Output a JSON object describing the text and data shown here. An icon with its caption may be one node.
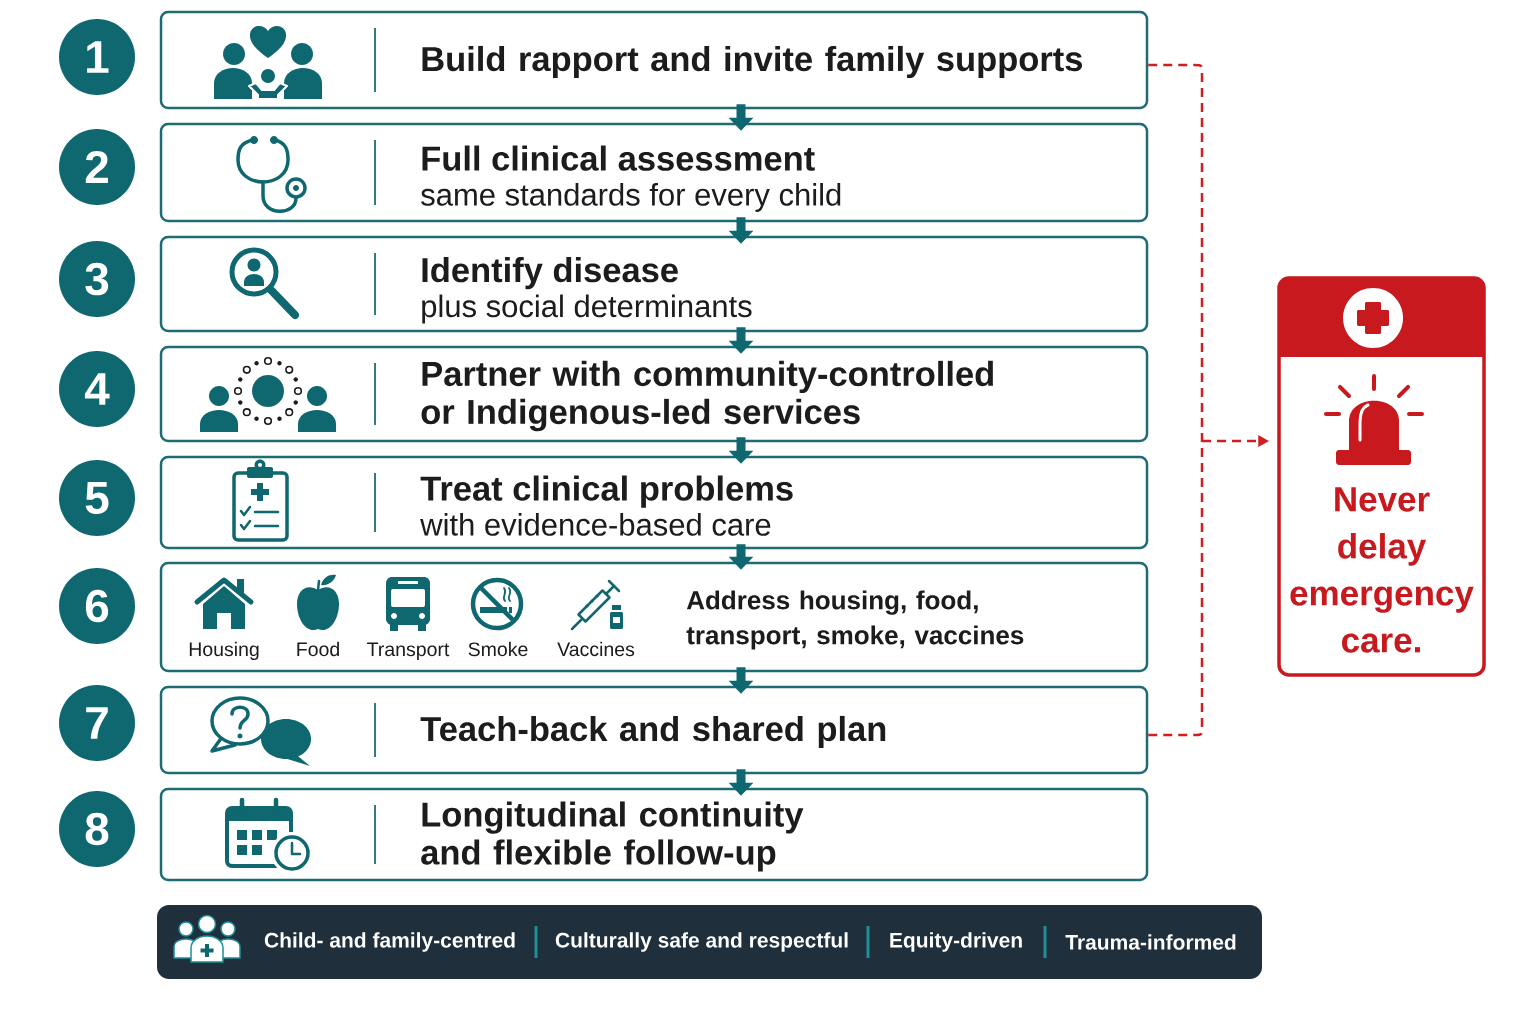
{
  "diagram": {
    "nodes": [
      {
        "text": [
          "1"
        ]
      },
      {
        "text": [
          "Build rapport and invite family supports"
        ]
      },
      {
        "text": [
          "2"
        ]
      },
      {
        "text": [
          "Full clinical assessment",
          "same standards for every child"
        ]
      },
      {
        "text": [
          "3"
        ]
      },
      {
        "text": [
          "Identify disease",
          "plus social determinants"
        ]
      },
      {
        "text": [
          "4"
        ]
      },
      {
        "text": [
          "Partner with community-controlled or Indigenous-led services"
        ]
      },
      {
        "text": [
          "5"
        ]
      },
      {
        "text": [
          "Treat clinical problems",
          "with evidence-based care"
        ]
      },
      {
        "text": [
          "6"
        ]
      },
      {
        "text": [
          "Housing",
          "Food",
          "Transport",
          "Smoke",
          "Vaccines",
          "Address housing, food, transport, smoke, vaccines"
        ]
      },
      {
        "text": [
          "7"
        ]
      },
      {
        "text": [
          "Teach-back and shared plan"
        ]
      },
      {
        "text": [
          "8"
        ]
      },
      {
        "text": [
          "Longitudinal continuity and flexible follow-up"
        ]
      },
      {
        "text": [
          "Never delay emergency care."
        ]
      },
      {
        "text": [
          "Child- and family-centred",
          "Culturally safe and respectful",
          "Equity-driven",
          "Trauma-informed"
        ]
      }
    ],
    "edges": [
      {
        "from": 1,
        "to": 3,
        "arrow": "to"
      },
      {
        "from": 3,
        "to": 5,
        "arrow": "to"
      },
      {
        "from": 5,
        "to": 7,
        "arrow": "to"
      },
      {
        "from": 7,
        "to": 9,
        "arrow": "to"
      },
      {
        "from": 9,
        "to": 11,
        "arrow": "to"
      },
      {
        "from": 11,
        "to": 13,
        "arrow": "to"
      },
      {
        "from": 13,
        "to": 15,
        "arrow": "to"
      },
      {
        "from": 1,
        "to": 16,
        "arrow": "to",
        "style": "dashed",
        "color": "#d11f1f"
      },
      {
        "from": 13,
        "to": 16,
        "arrow": "to",
        "style": "dashed",
        "color": "#d11f1f"
      }
    ]
  }
}
